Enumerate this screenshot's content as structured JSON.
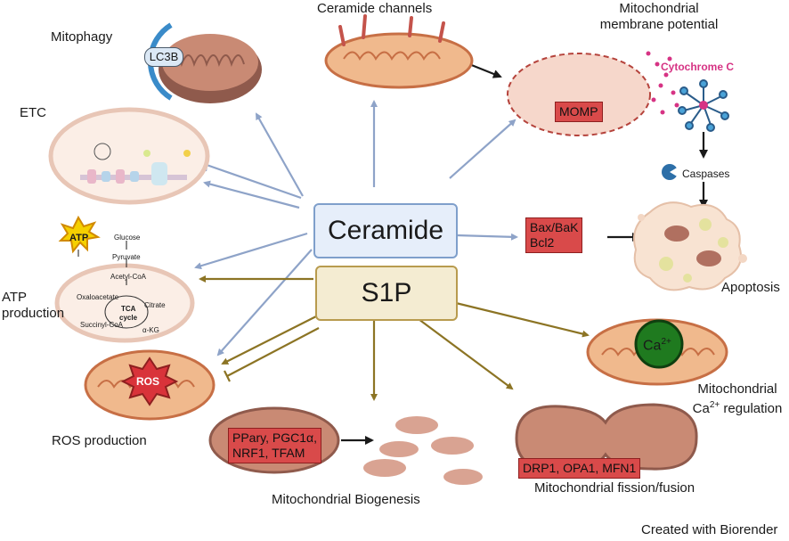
{
  "center": {
    "ceramide": "Ceramide",
    "s1p": "S1P"
  },
  "labels": {
    "mitophagy": "Mitophagy",
    "lc3b": "LC3B",
    "ceramide_channels": "Ceramide channels",
    "mmp_line1": "Mitochondrial",
    "mmp_line2": "membrane potential",
    "cytochrome_c": "Cytochrome C",
    "caspases": "Caspases",
    "etc": "ETC",
    "atp_line1": "ATP",
    "atp_line2": "production",
    "apoptosis": "Apoptosis",
    "ros_production": "ROS production",
    "ros_badge": "ROS",
    "atp_badge": "ATP",
    "biogenesis": "Mitochondrial Biogenesis",
    "fission_fusion": "Mitochondrial fission/fusion",
    "ca_line1": "Mitochondrial",
    "ca_line2": "Ca",
    "ca_sup": "2+",
    "ca_line2_rest": " regulation",
    "ca_badge": "Ca",
    "ca_badge_sup": "2+",
    "credit": "Created with Biorender"
  },
  "red_boxes": {
    "momp": "MOMP",
    "bax": "Bax/BaK",
    "bcl2": "Bcl2",
    "bio_1": "PPary, PGC1α,",
    "bio_2": "NRF1, TFAM",
    "fission": "DRP1, OPA1, MFN1"
  },
  "tca": {
    "glucose": "Glucose",
    "pyruvate": "Pyruvate",
    "acetyl": "Acetyl-CoA",
    "oxaloacetate": "Oxaloacetate",
    "citrate": "Citrate",
    "tca1": "TCA",
    "tca2": "cycle",
    "succinyl": "Succinyl-CoA",
    "akg": "α-KG"
  },
  "colors": {
    "ceramide_fill": "#e6eefa",
    "ceramide_border": "#7f9fcb",
    "s1p_fill": "#f4ecd2",
    "s1p_border": "#b89b4e",
    "blue_arrow": "#8ea3c8",
    "gold_arrow": "#8c7424",
    "red_box": "#d94a4a",
    "cytochrome": "#d63384"
  }
}
